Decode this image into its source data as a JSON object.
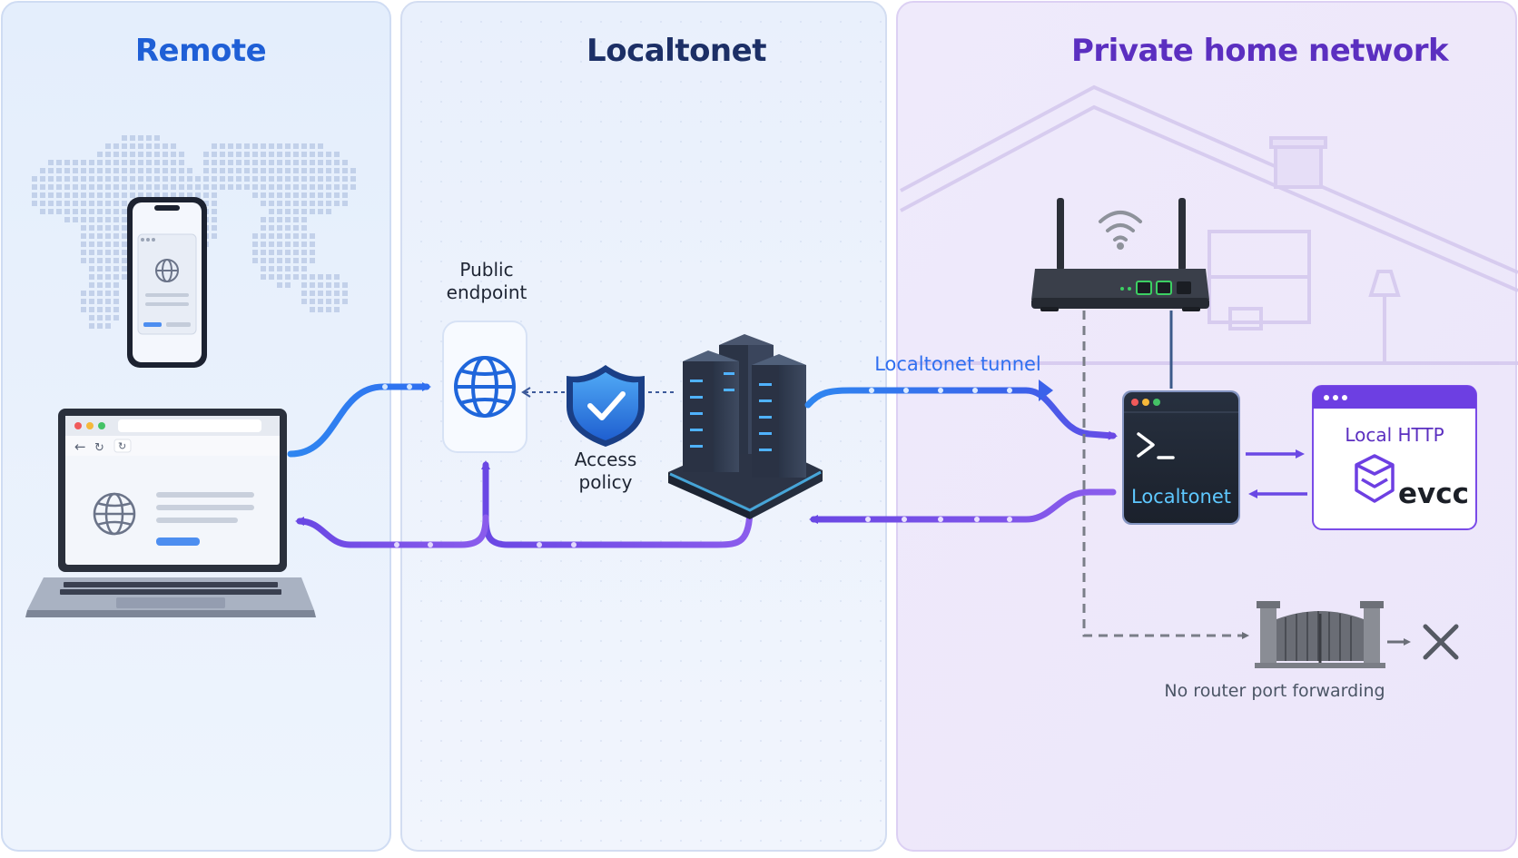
{
  "panels": {
    "remote": {
      "title": "Remote"
    },
    "localtonet": {
      "title": "Localtonet"
    },
    "home": {
      "title": "Private home network"
    }
  },
  "labels": {
    "public_endpoint_1": "Public",
    "public_endpoint_2": "endpoint",
    "access_policy_1": "Access",
    "access_policy_2": "policy",
    "tunnel": "Localtonet tunnel",
    "client_app": "Localtonet",
    "local_http": "Local HTTP",
    "evcc": "evcc",
    "no_forwarding": "No router port forwarding"
  },
  "colors": {
    "remote_title": "#1f5fd6",
    "localtonet_title": "#1c2f66",
    "home_title": "#5b2fc0",
    "flow_blue": "#2f7bf0",
    "flow_purple": "#7a4be8",
    "terminal_bg": "#1f2633",
    "terminal_text": "#5ec8ff"
  }
}
